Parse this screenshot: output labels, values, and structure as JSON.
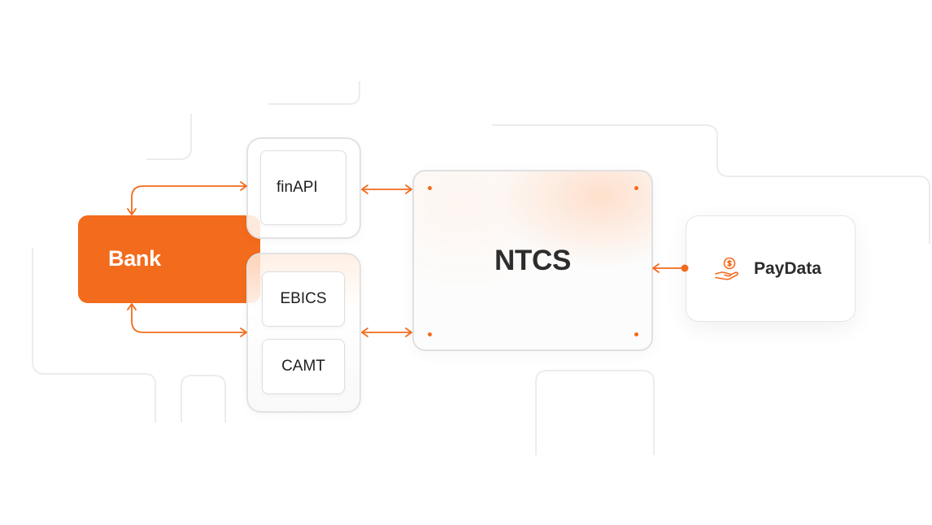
{
  "diagram": {
    "nodes": {
      "bank": {
        "label": "Bank"
      },
      "finapi": {
        "label": "finAPI"
      },
      "ebics": {
        "label": "EBICS"
      },
      "camt": {
        "label": "CAMT"
      },
      "ntcs": {
        "label": "NTCS"
      },
      "paydata": {
        "label": "PayData",
        "icon": "hand-coin-icon"
      }
    },
    "edges": [
      {
        "from": "bank",
        "to": "finapi",
        "direction": "both"
      },
      {
        "from": "bank",
        "to": "ebics-camt-group",
        "direction": "both"
      },
      {
        "from": "finapi",
        "to": "ntcs",
        "direction": "both"
      },
      {
        "from": "ebics-camt-group",
        "to": "ntcs",
        "direction": "both"
      },
      {
        "from": "paydata",
        "to": "ntcs",
        "direction": "forward"
      }
    ],
    "colors": {
      "accent": "#f36b1c",
      "text": "#2d2d2d",
      "border": "#e0e0e0"
    }
  }
}
